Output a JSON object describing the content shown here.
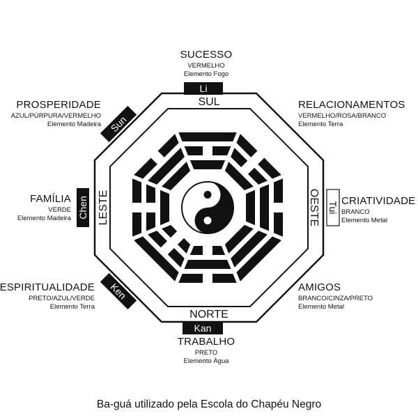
{
  "directions": {
    "south": "SUL",
    "north": "NORTE",
    "east": "LESTE",
    "west": "OESTE"
  },
  "trigram_tags": {
    "li": "Li",
    "kan": "Kan",
    "chen": "Chen",
    "tui": "Tui",
    "sun": "Sun",
    "ken": "Ken"
  },
  "areas": {
    "sucesso": {
      "title": "SUCESSO",
      "colors": "VERMELHO",
      "element": "Elemento Fogo"
    },
    "relacionamentos": {
      "title": "RELACIONAMENTOS",
      "colors": "VERMELHO/ROSA/BRANCO",
      "element": "Elemento Terra"
    },
    "prosperidade": {
      "title": "PROSPERIDADE",
      "colors": "AZUL/PÚRPURA/VERMELHO",
      "element": "Elemento Madeira"
    },
    "familia": {
      "title": "FAMÍLIA",
      "colors": "VERDE",
      "element": "Elemento Madeira"
    },
    "criatividade": {
      "title": "CRIATIVIDADE",
      "colors": "BRANCO",
      "element": "Elemento Metal"
    },
    "espiritualidade": {
      "title": "ESPIRITUALIDADE",
      "colors": "PRETO/AZUL/VERDE",
      "element": "Elemento Terra"
    },
    "amigos": {
      "title": "AMIGOS",
      "colors": "BRANCO/CINZA/PRETO",
      "element": "Elemento Metal"
    },
    "trabalho": {
      "title": "TRABALHO",
      "colors": "PRETO",
      "element": "Elemento Água"
    }
  },
  "caption": "Ba-guá utilizado pela Escola do Chapéu Negro",
  "trigrams": {
    "top": [
      1,
      0,
      1
    ],
    "top_right": [
      0,
      0,
      1
    ],
    "right": [
      0,
      1,
      1
    ],
    "bottom_right": [
      1,
      1,
      1
    ],
    "bottom": [
      0,
      1,
      0
    ],
    "bottom_left": [
      1,
      0,
      0
    ],
    "left": [
      0,
      0,
      1
    ],
    "top_left": [
      0,
      1,
      1
    ]
  }
}
